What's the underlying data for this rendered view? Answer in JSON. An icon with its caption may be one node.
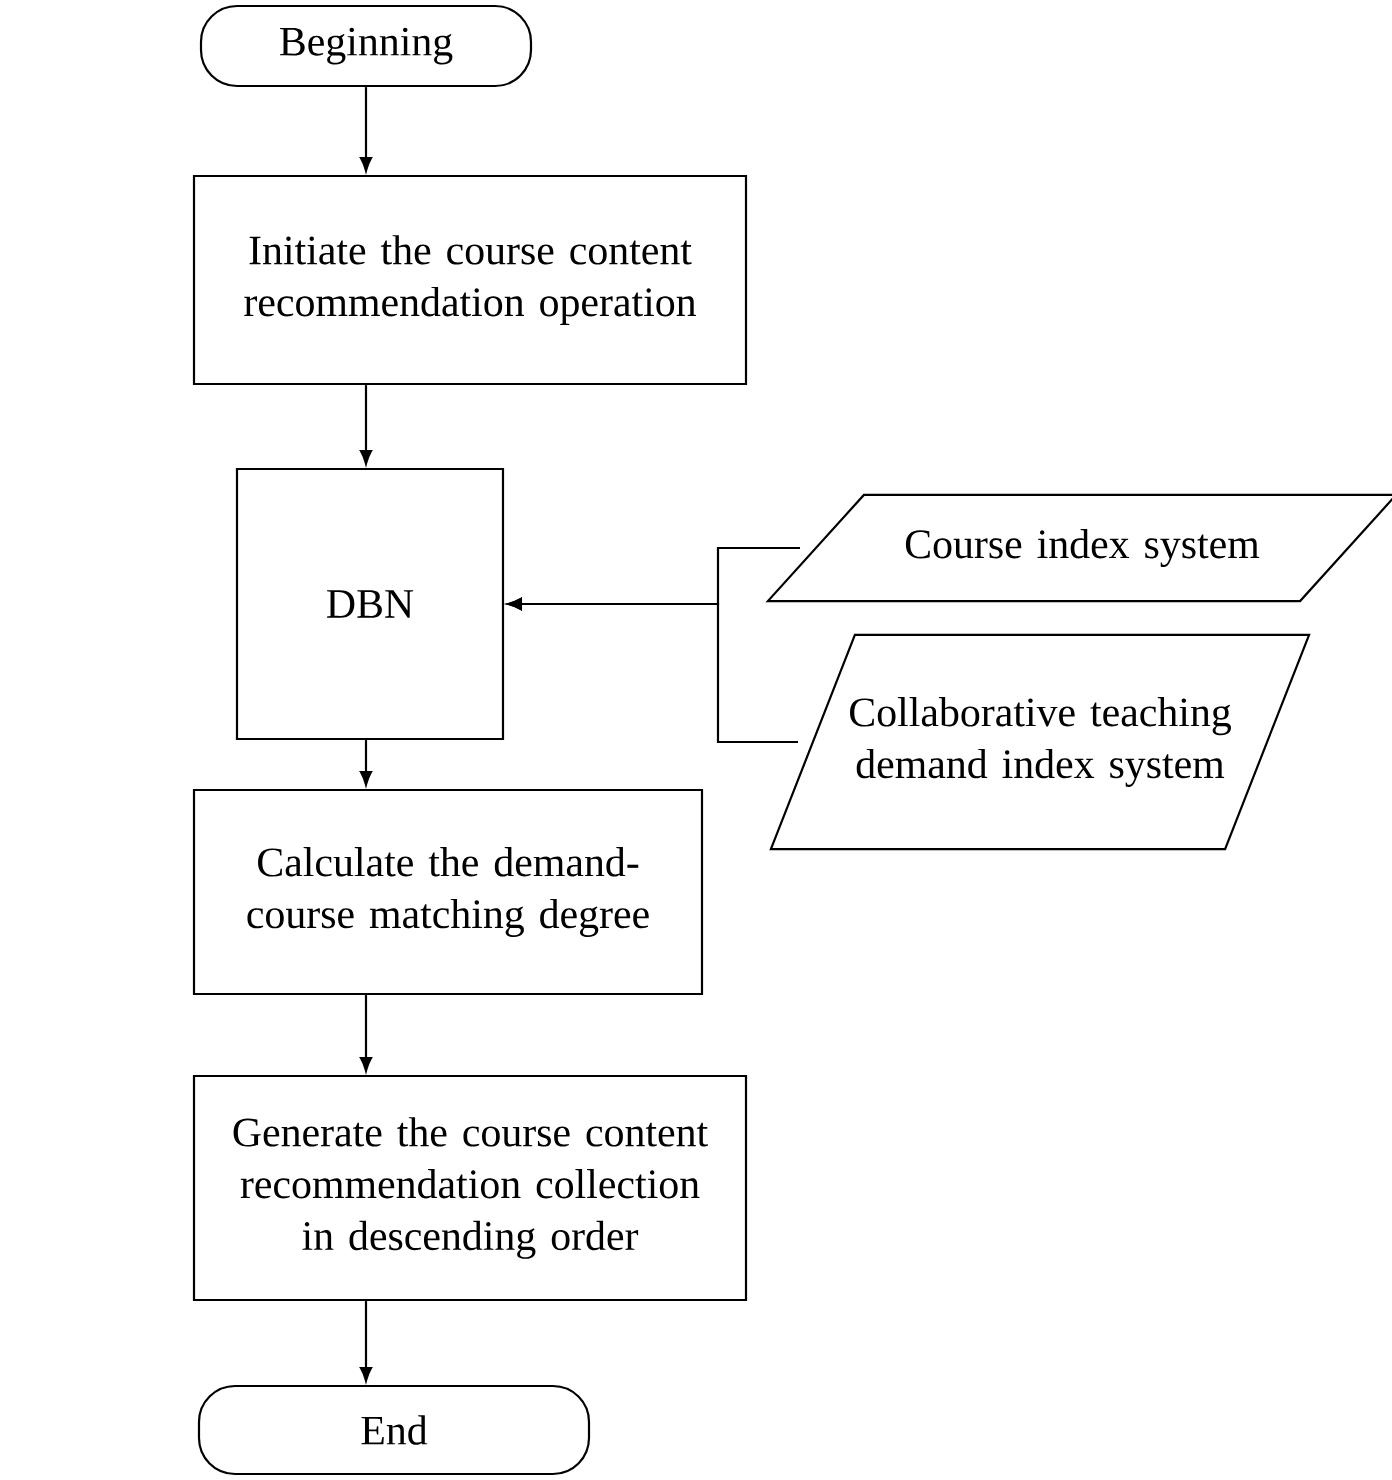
{
  "diagram": {
    "nodes": [
      {
        "text": [
          "Beginning"
        ]
      },
      {
        "text": [
          "Initiate the course content recommendation operation"
        ]
      },
      {
        "text": [
          "DBN"
        ]
      },
      {
        "text": [
          "Course index system"
        ]
      },
      {
        "text": [
          "Collaborative teaching demand index system"
        ]
      },
      {
        "text": [
          "Calculate the demand-course matching degree"
        ]
      },
      {
        "text": [
          "Generate the course content recommendation collection in descending order"
        ]
      },
      {
        "text": [
          "End"
        ]
      }
    ],
    "edges": [
      {
        "from": 0,
        "to": 1,
        "arrow": "to"
      },
      {
        "from": 1,
        "to": 2,
        "arrow": "to"
      },
      {
        "from": 3,
        "to": 2,
        "arrow": "to"
      },
      {
        "from": 4,
        "to": 2,
        "arrow": "to"
      },
      {
        "from": 2,
        "to": 5,
        "arrow": "to"
      },
      {
        "from": 5,
        "to": 6,
        "arrow": "to"
      },
      {
        "from": 6,
        "to": 7,
        "arrow": "to"
      }
    ]
  }
}
